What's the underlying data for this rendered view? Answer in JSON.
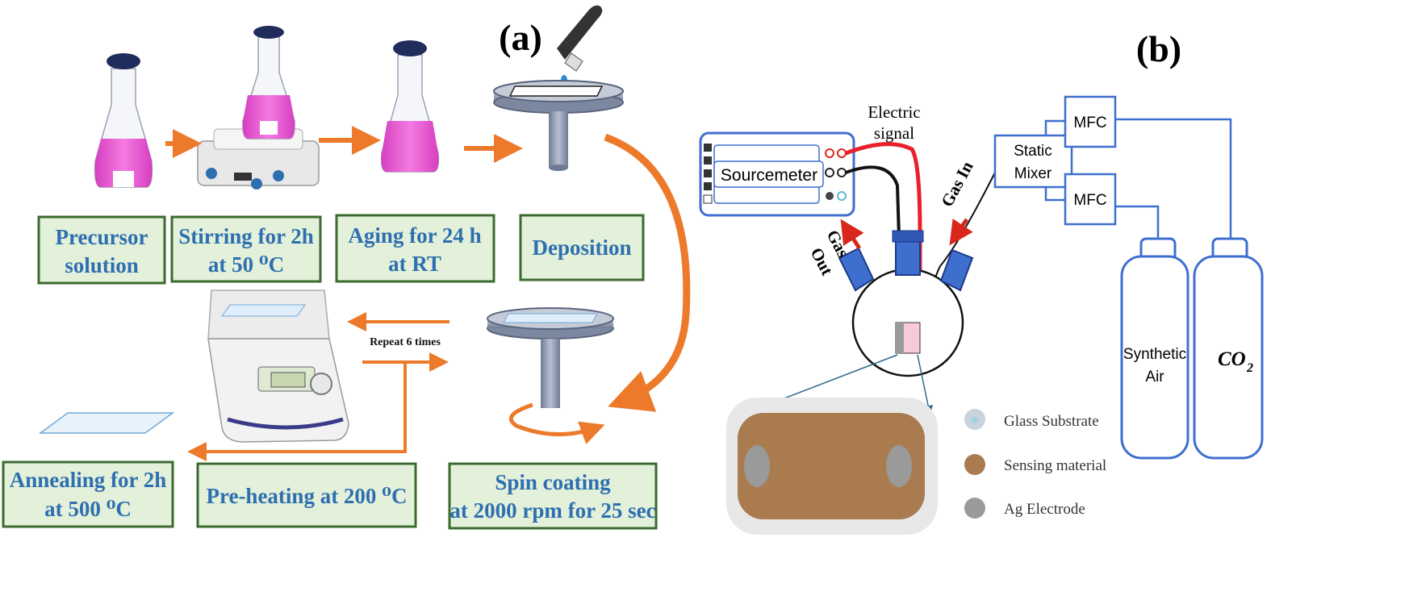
{
  "panel_a": {
    "label": "(a)",
    "steps": {
      "precursor": [
        "Precursor",
        "solution"
      ],
      "stirring": [
        "Stirring for 2h",
        "at 50 ⁰C"
      ],
      "aging": [
        "Aging for 24 h",
        "at RT"
      ],
      "deposition": [
        "Deposition"
      ],
      "annealing": [
        "Annealing for 2h",
        "at 500 ⁰C"
      ],
      "preheating": [
        "Pre-heating at 200 ⁰C"
      ],
      "spin": [
        "Spin coating",
        "at 2000 rpm for 25 sec"
      ]
    },
    "repeat_label": "Repeat 6 times"
  },
  "panel_b": {
    "label": "(b)",
    "sourcemeter": "Sourcemeter",
    "electric_signal": [
      "Electric",
      "signal"
    ],
    "gas_in": "Gas In",
    "gas_out": [
      "Gas",
      "Out"
    ],
    "static_mixer": [
      "Static",
      "Mixer"
    ],
    "mfc_top": "MFC",
    "mfc_bottom": "MFC",
    "cylinder_air": [
      "Synthetic",
      "Air"
    ],
    "cylinder_co2": "CO",
    "cylinder_co2_sub": "2",
    "legend": [
      {
        "label": "Glass Substrate",
        "color": "#c9d3dc"
      },
      {
        "label": "Sensing material",
        "color": "#a97b4f"
      },
      {
        "label": "Ag Electrode",
        "color": "#9a9a9a"
      }
    ]
  },
  "colors": {
    "arrow_orange": "#ec7a2a",
    "box_green_fill": "#e3f0da",
    "box_green_stroke": "#3b6b2e",
    "text_blue": "#2e6fb0",
    "line_blue": "#3f6fce",
    "solution_pink": "#e65ed0",
    "wire_red": "#e8202a"
  }
}
